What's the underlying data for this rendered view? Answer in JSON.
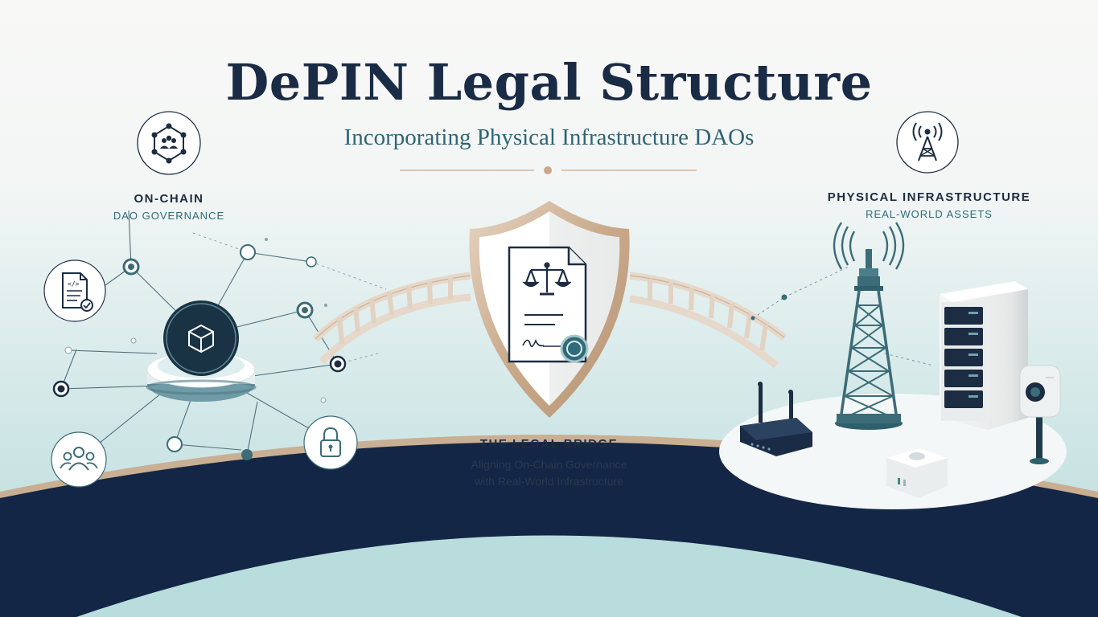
{
  "header": {
    "title": "DePIN Legal Structure",
    "subtitle": "Incorporating Physical Infrastructure DAOs"
  },
  "left": {
    "heading": "ON-CHAIN",
    "subheading": "DAO GOVERNANCE"
  },
  "right": {
    "heading": "PHYSICAL INFRASTRUCTURE",
    "subheading": "REAL-WORLD ASSETS"
  },
  "center": {
    "heading": "THE LEGAL BRIDGE",
    "line1": "Aligning On-Chain Governance",
    "line2": "with Real-World Infrastructure"
  },
  "icons": {
    "network": "dao-network-icon",
    "tower": "radio-tower-icon",
    "contract": "smart-contract-icon",
    "cube": "blockchain-cube-icon",
    "community": "community-icon",
    "lock": "lock-icon",
    "shield": "legal-shield-icon",
    "document": "legal-document-icon",
    "scales": "scales-icon",
    "router": "router-icon",
    "server": "server-rack-icon",
    "sensor": "sensor-icon",
    "hub": "hub-device-icon"
  },
  "colors": {
    "navy": "#1a2b45",
    "teal": "#2e6575",
    "gold": "#c9a98a"
  }
}
